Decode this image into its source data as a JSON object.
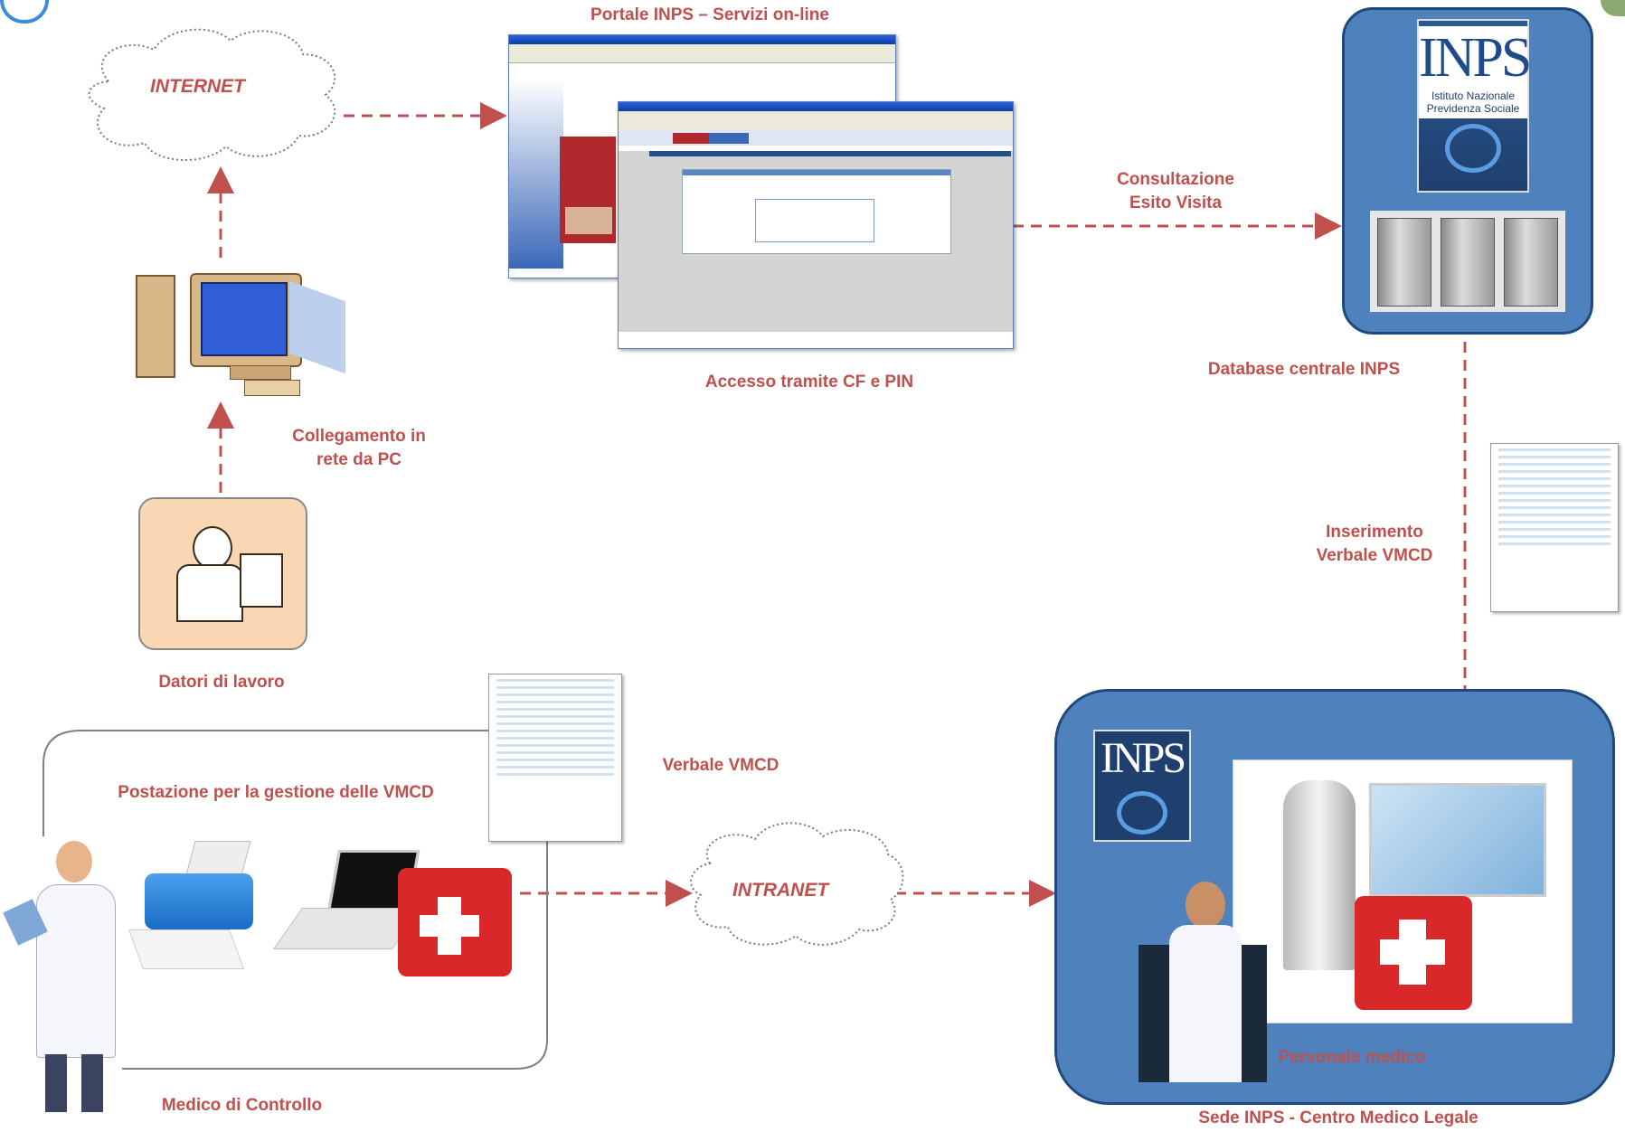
{
  "diagram": {
    "title_portal": "Portale INPS – Servizi on-line",
    "internet": "INTERNET",
    "intranet": "INTRANET",
    "collegamento": [
      "Collegamento in",
      "rete da PC"
    ],
    "datori": "Datori di lavoro",
    "accesso": "Accesso tramite CF e PIN",
    "consultazione": [
      "Consultazione",
      "Esito Visita"
    ],
    "database": "Database centrale INPS",
    "inserimento": [
      "Inserimento",
      "Verbale VMCD"
    ],
    "verbale": "Verbale VMCD",
    "postazione": "Postazione per la gestione delle VMCD",
    "medico": "Medico di Controllo",
    "sede": "Sede INPS - Centro Medico Legale",
    "personale": "Personale medico",
    "inps_logo_text": "INPS",
    "inps_logo_sub": [
      "Istituto Nazionale",
      "Previdenza Sociale"
    ],
    "colors": {
      "accent": "#c0504d",
      "inps_blue": "#4f81bd",
      "inps_dark": "#1f497d"
    }
  }
}
